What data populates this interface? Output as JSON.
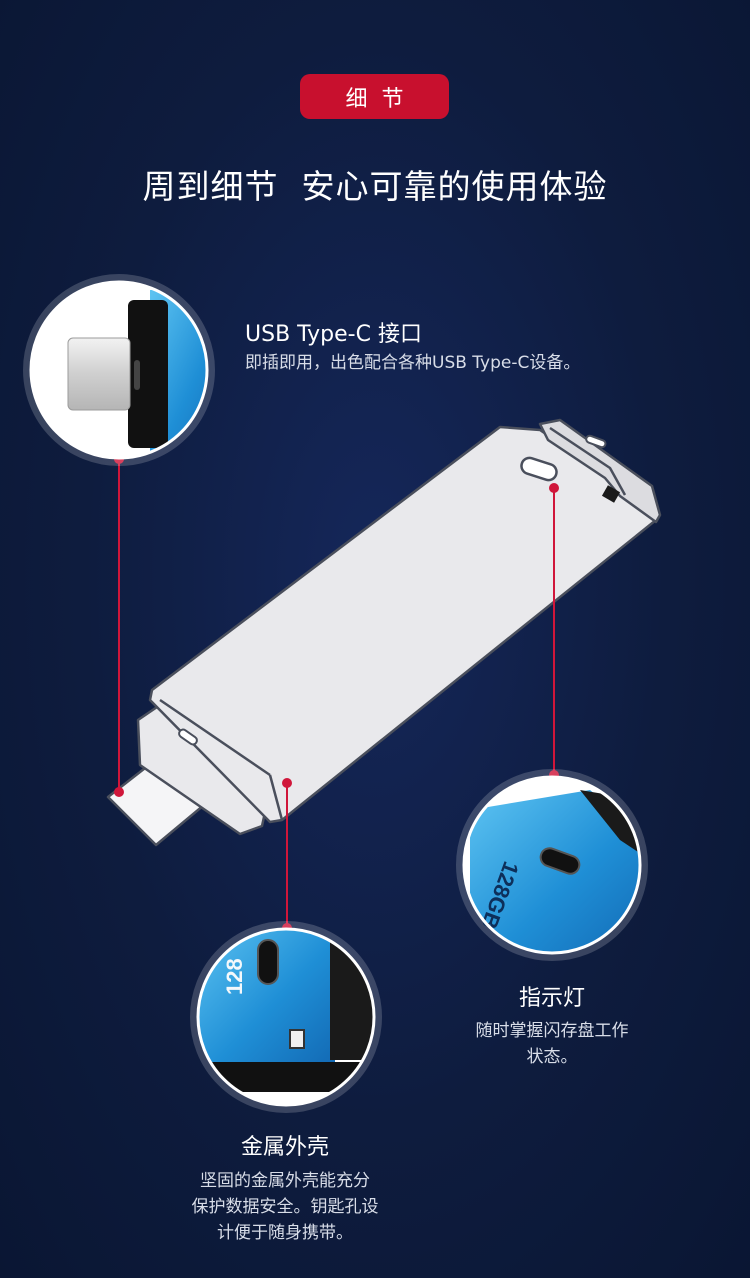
{
  "badge_label": "细节",
  "headline": "周到细节  安心可靠的使用体验",
  "features": {
    "typec": {
      "title": "USB Type-C 接口",
      "desc": "即插即用，出色配合各种USB Type-C设备。"
    },
    "indicator": {
      "title": "指示灯",
      "desc_lines": [
        "随时掌握闪存盘工作",
        "状态。"
      ]
    },
    "shell": {
      "title": "金属外壳",
      "desc_lines": [
        "坚固的金属外壳能充分",
        "保护数据安全。钥匙孔设",
        "计便于随身携带。"
      ]
    }
  },
  "capacity_label": "128GB",
  "capacity_label_partial": "128",
  "colors": {
    "background": "#0e1c3e",
    "accent_red": "#c8102e",
    "drive_blue": "#1f8fd6",
    "drive_body": "#e9e9ec"
  }
}
